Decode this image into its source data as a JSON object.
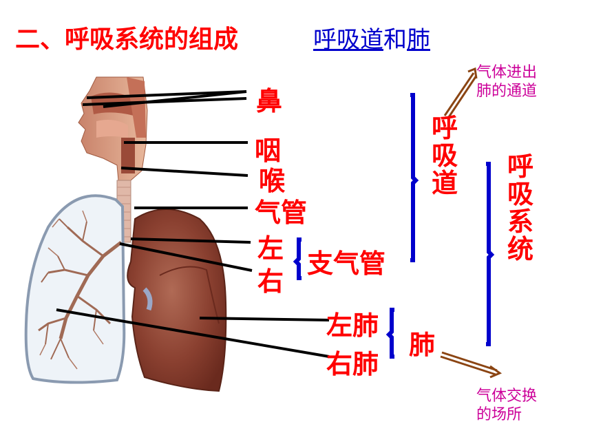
{
  "title": "二、呼吸系统的组成",
  "subtitle": {
    "part1": "呼吸道",
    "part2": "和",
    "part3": "肺"
  },
  "organs": {
    "nose": "鼻",
    "pharynx": "咽",
    "larynx": "喉",
    "trachea": "气管",
    "left": "左",
    "right": "右",
    "bronchi": "支气管",
    "left_lung": "左肺",
    "right_lung": "右肺",
    "lung": "肺"
  },
  "groups": {
    "respiratory_tract": "呼吸道",
    "respiratory_system": "呼吸系统"
  },
  "notes": {
    "tract_line1": "气体进出",
    "tract_line2": "肺的通道",
    "lung_line1": "气体交换",
    "lung_line2": "的场所"
  },
  "colors": {
    "label": "#ff0000",
    "bracket": "#0000cc",
    "note": "#cc0099",
    "arrow": "#8b4513",
    "lung": "#8a4030",
    "skin": "#d49a7a"
  }
}
